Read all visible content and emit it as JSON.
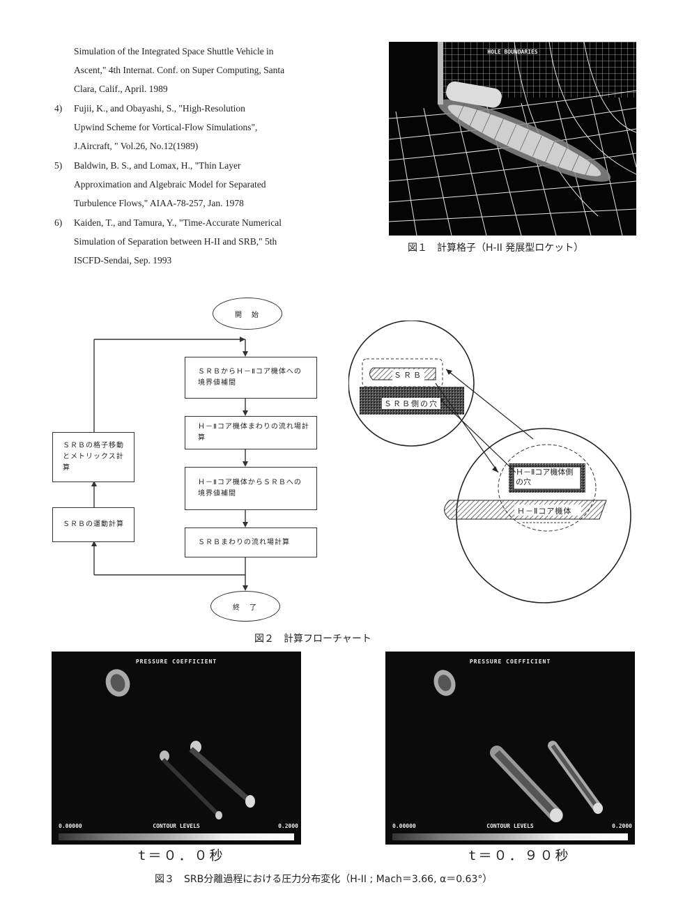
{
  "references": [
    {
      "num": "",
      "lines": [
        "Simulation of the Integrated Space Shuttle Vehicle in",
        "Ascent,\" 4th Internat. Conf. on Super Computing, Santa",
        "Clara, Calif., April. 1989"
      ]
    },
    {
      "num": "4)",
      "lines": [
        "Fujii, K., and Obayashi, S., \"High-Resolution",
        "Upwind Scheme for Vortical-Flow Simulations\",",
        "J.Aircraft, \" Vol.26, No.12(1989)"
      ]
    },
    {
      "num": "5)",
      "lines": [
        "Baldwin, B. S., and Lomax, H., \"Thin Layer",
        "Approximation and Algebraic Model for Separated",
        "Turbulence Flows,\" AIAA-78-257, Jan. 1978"
      ]
    },
    {
      "num": "6)",
      "lines": [
        "Kaiden, T., and Tamura, Y., \"Time-Accurate Numerical",
        "Simulation of Separation between H-II  and SRB,\" 5th",
        "ISCFD-Sendai, Sep. 1993"
      ]
    }
  ],
  "fig1": {
    "panel_label": "HOLE BOUNDARIES",
    "caption": "図１　計算格子（H-II 発展型ロケット）"
  },
  "fig2": {
    "start": "開　始",
    "end": "終　了",
    "steps": [
      "ＳＲＢからＨ－Ⅱコア機体への境界値補間",
      "Ｈ－Ⅱコア機体まわりの流れ場計算",
      "Ｈ－Ⅱコア機体からＳＲＢへの境界値補間",
      "ＳＲＢまわりの流れ場計算"
    ],
    "side_steps": [
      "ＳＲＢの格子移動とメトリックス計算",
      "ＳＲＢの運動計算"
    ],
    "diagram_labels": {
      "srb": "ＳＲＢ",
      "srb_hole": "ＳＲＢ側の穴",
      "core_hole": "Ｈ－Ⅱコア機体側の穴",
      "core": "Ｈ－Ⅱコア機体"
    },
    "caption": "図２　計算フローチャート"
  },
  "fig3": {
    "panels": [
      {
        "title": "PRESSURE COEFFICIENT",
        "levels_label": "CONTOUR LEVELS",
        "min": "0.00000",
        "max": "0.2000",
        "time": "t＝０．０秒"
      },
      {
        "title": "PRESSURE COEFFICIENT",
        "levels_label": "CONTOUR LEVELS",
        "min": "0.00000",
        "max": "0.2000",
        "time": "t＝０．９０秒"
      }
    ],
    "caption": "図３　SRB分離過程における圧力分布変化（H-II ; Mach＝3.66, α＝0.63°）"
  }
}
